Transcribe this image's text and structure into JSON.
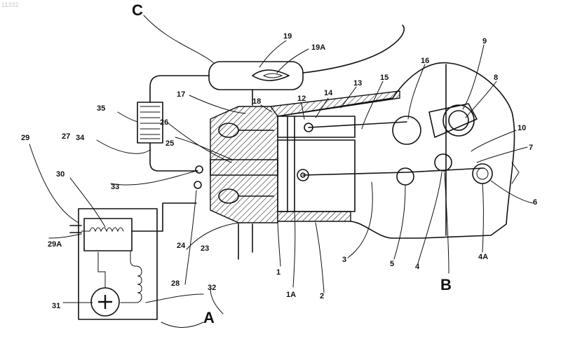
{
  "watermark": "11332",
  "section_labels": {
    "a": "A",
    "b": "B",
    "c": "C"
  },
  "labels": {
    "n1": "1",
    "n1a": "1A",
    "n2": "2",
    "n3": "3",
    "n4": "4",
    "n4a": "4A",
    "n5": "5",
    "n6": "6",
    "n7": "7",
    "n8": "8",
    "n9": "9",
    "n10": "10",
    "n12": "12",
    "n13": "13",
    "n14": "14",
    "n15": "15",
    "n16": "16",
    "n17": "17",
    "n18": "18",
    "n19": "19",
    "n19a": "19A",
    "n23": "23",
    "n24": "24",
    "n25": "25",
    "n26": "26",
    "n27": "27",
    "n28": "28",
    "n29": "29",
    "n29a": "29A",
    "n30": "30",
    "n31": "31",
    "n32": "32",
    "n33": "33",
    "n34": "34",
    "n35": "35"
  }
}
